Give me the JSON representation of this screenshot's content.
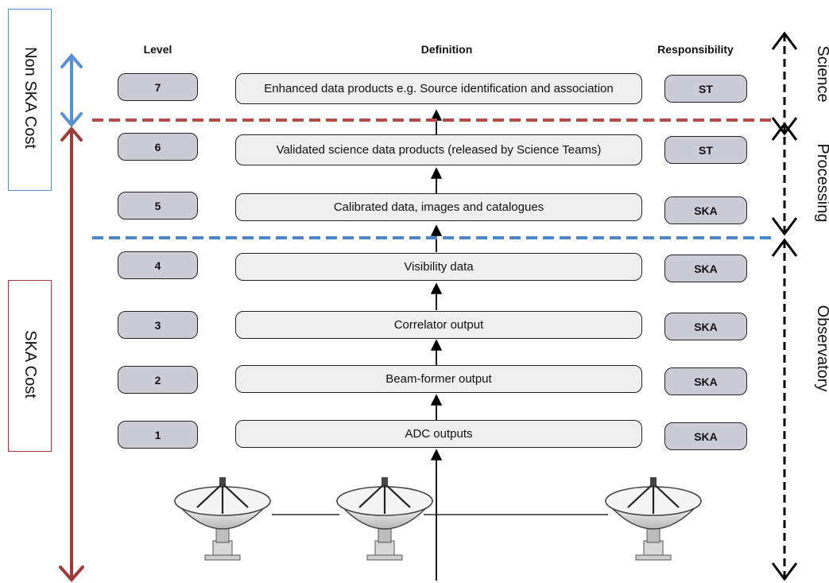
{
  "headers": {
    "level": "Level",
    "definition": "Definition",
    "responsibility": "Responsibility"
  },
  "rows": [
    {
      "level": "7",
      "definition": "Enhanced data products e.g. Source identification and association",
      "responsibility": "ST"
    },
    {
      "level": "6",
      "definition": "Validated science data products (released by Science Teams)",
      "responsibility": "ST"
    },
    {
      "level": "5",
      "definition": "Calibrated data, images and catalogues",
      "responsibility": "SKA"
    },
    {
      "level": "4",
      "definition": "Visibility data",
      "responsibility": "SKA"
    },
    {
      "level": "3",
      "definition": "Correlator output",
      "responsibility": "SKA"
    },
    {
      "level": "2",
      "definition": "Beam-former output",
      "responsibility": "SKA"
    },
    {
      "level": "1",
      "definition": "ADC outputs",
      "responsibility": "SKA"
    }
  ],
  "cost_labels": {
    "non_ska": "Non SKA Cost",
    "ska": "SKA Cost"
  },
  "phase_labels": {
    "science": "Science",
    "processing": "Processing",
    "observatory": "Observatory"
  },
  "colors": {
    "level_fill": "#ccccd6",
    "definition_fill": "#efefef",
    "non_ska_blue": "#5b8fd4",
    "ska_red": "#9e3b36",
    "dashed_red": "#b84a4a",
    "dashed_blue": "#4f86c9"
  },
  "icons": [
    "radio-dish-icon",
    "radio-dish-icon",
    "radio-dish-icon"
  ]
}
